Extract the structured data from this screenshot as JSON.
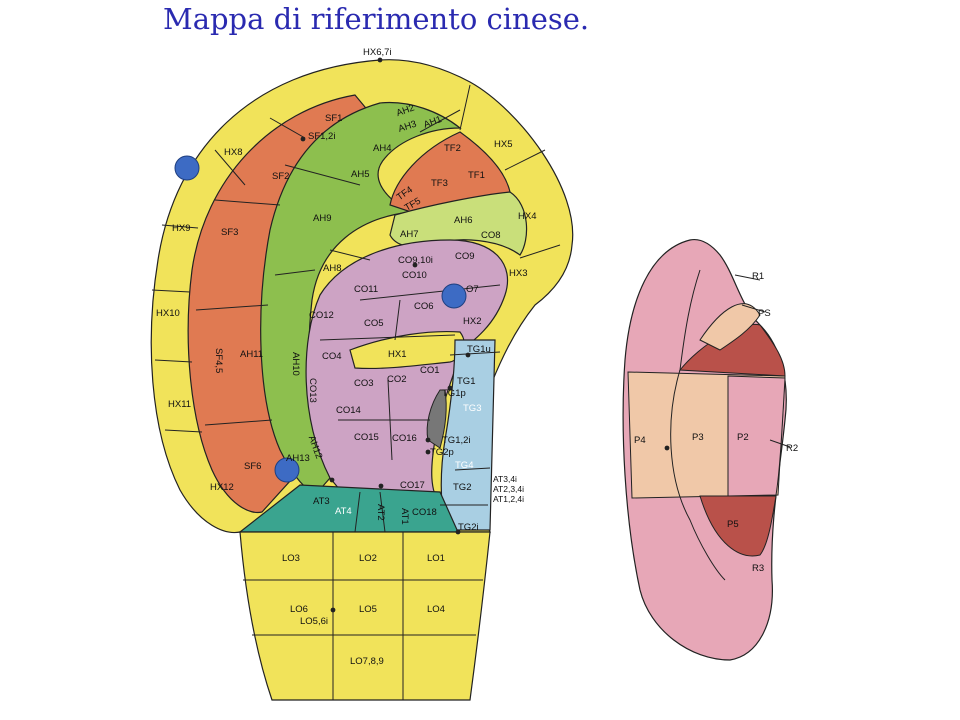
{
  "title": "Mappa di riferimento cinese.",
  "colors": {
    "helix_yellow": "#f1e35a",
    "scapha_orange": "#e07a52",
    "antihelix_green": "#8dbf4e",
    "light_green": "#c9df7a",
    "concha_pink": "#cda3c4",
    "tragus_blue": "#a9cfe3",
    "antitragus_teal": "#3aa48f",
    "lobe_yellow": "#f1e35a",
    "marker_blue": "#3d6bc4",
    "back_pink": "#e7a7b7",
    "back_peach": "#f0c8a8",
    "back_red": "#b9514a"
  },
  "labels": {
    "top": "HX6,7i",
    "hx8": "HX8",
    "hx9": "HX9",
    "hx10": "HX10",
    "hx11": "HX11",
    "hx12": "HX12",
    "hx5": "HX5",
    "hx4": "HX4",
    "hx3": "HX3",
    "hx2": "HX2",
    "hx1": "HX1",
    "sf1": "SF1",
    "sf12i": "SF1,2i",
    "sf2": "SF2",
    "sf3": "SF3",
    "sf45": "SF4,5",
    "sf6": "SF6",
    "ah1": "AH1",
    "ah2": "AH2",
    "ah3": "AH3",
    "ah4": "AH4",
    "ah5": "AH5",
    "ah6": "AH6",
    "ah7": "AH7",
    "ah8": "AH8",
    "ah9": "AH9",
    "ah10": "AH10",
    "ah11": "AH11",
    "ah12": "AH12",
    "ah13": "AH13",
    "tf1": "TF1",
    "tf2": "TF2",
    "tf3": "TF3",
    "tf4": "TF4",
    "tf5": "TF5",
    "co1": "CO1",
    "co2": "CO2",
    "co3": "CO3",
    "co4": "CO4",
    "co5": "CO5",
    "co6": "CO6",
    "co7": "O7",
    "co8": "CO8",
    "co9": "CO9",
    "co910i": "CO9,10i",
    "co10": "CO10",
    "co11": "CO11",
    "co12": "CO12",
    "co13": "CO13",
    "co14": "CO14",
    "co15": "CO15",
    "co16": "CO16",
    "co17": "CO17",
    "co18": "CO18",
    "tg1u": "TG1u",
    "tg1": "TG1",
    "tg1p": "TG1p",
    "tg3": "TG3",
    "tg12i": "TG1,2i",
    "tg2p": "TG2p",
    "tg4": "TG4",
    "tg2": "TG2",
    "tg2i": "TG2i",
    "at34i": "AT3,4i",
    "at234i": "AT2,3,4i",
    "at124i": "AT1,2,4i",
    "at1": "AT1",
    "at2": "AT2",
    "at3": "AT3",
    "at4": "AT4",
    "lo1": "LO1",
    "lo2": "LO2",
    "lo3": "LO3",
    "lo4": "LO4",
    "lo5": "LO5",
    "lo6": "LO6",
    "lo56i": "LO5,6i",
    "lo789": "LO7,8,9",
    "r1": "R1",
    "ps": "PS",
    "r2": "R2",
    "r3": "R3",
    "p1": "P4",
    "p3": "P3",
    "p2": "P2",
    "p5": "P5"
  }
}
